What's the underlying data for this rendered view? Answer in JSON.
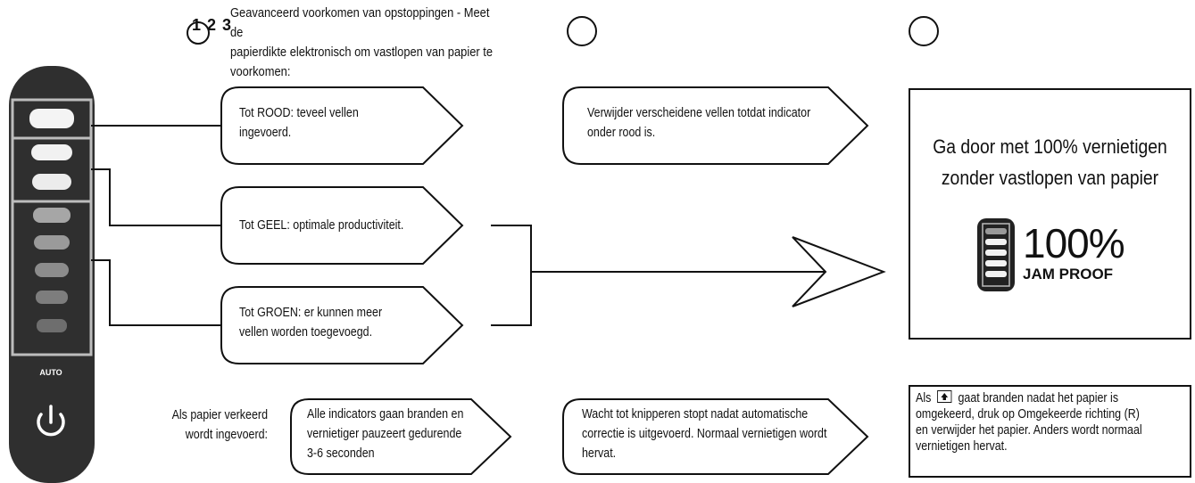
{
  "intro": {
    "step_numbers": "1 2 3",
    "line1": "Geavanceerd voorkomen van opstoppingen - Meet de",
    "line2": "papierdikte elektronisch om vastlopen van papier te",
    "line3": "voorkomen:"
  },
  "panel": {
    "auto_label": "AUTO",
    "power_icon": "power-icon"
  },
  "levels": {
    "red_line1": "Tot ROOD: teveel vellen",
    "red_line2": "ingevoerd.",
    "yellow": "Tot GEEL: optimale productiviteit.",
    "green_line1": "Tot GROEN: er kunnen meer",
    "green_line2": "vellen worden toegevoegd."
  },
  "action": {
    "line1": "Verwijder verscheidene vellen totdat indicator",
    "line2": "onder rood is."
  },
  "result": {
    "line1": "Ga door met 100% vernietigen",
    "line2": "zonder vastlopen van papier",
    "percent": "100%",
    "jam_proof": "JAM PROOF"
  },
  "misfeed": {
    "label_line1": "Als papier verkeerd",
    "label_line2": "wordt ingevoerd:",
    "step1_line1": "Alle indicators gaan branden en",
    "step1_line2": "vernietiger pauzeert gedurende",
    "step1_line3": "3-6 seconden",
    "step2_line1": "Wacht tot knipperen stopt nadat automatische",
    "step2_line2": "correctie is uitgevoerd. Normaal vernietigen wordt",
    "step2_line3": "hervat.",
    "note_pre": "Als",
    "note_post": "gaat branden nadat het papier is",
    "note_line2": "omgekeerd, druk op Omgekeerde richting (R)",
    "note_line3": "en verwijder het papier. Anders wordt normaal",
    "note_line4": "vernietigen hervat."
  }
}
